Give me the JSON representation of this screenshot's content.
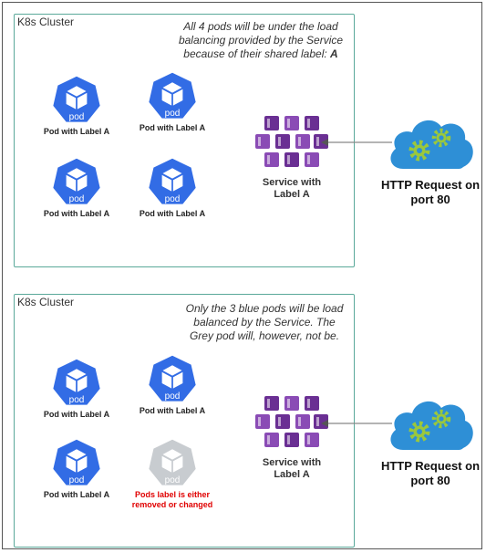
{
  "top": {
    "cluster_title": "K8s Cluster",
    "note_line1": "All 4 pods will be under the load",
    "note_line2": "balancing provided by the Service",
    "note_line3": "because of their shared label:",
    "note_label": "A",
    "pods": [
      {
        "icon_text": "pod",
        "label": "Pod with Label A"
      },
      {
        "icon_text": "pod",
        "label": "Pod with Label A"
      },
      {
        "icon_text": "pod",
        "label": "Pod with Label A"
      },
      {
        "icon_text": "pod",
        "label": "Pod with Label A"
      }
    ],
    "service_line1": "Service with",
    "service_line2": "Label A",
    "http_line1": "HTTP Request on",
    "http_line2": "port 80"
  },
  "bottom": {
    "cluster_title": "K8s Cluster",
    "note_line1": "Only the 3 blue pods will be load",
    "note_line2": "balanced by the Service. The",
    "note_line3": "Grey pod will, however, not be.",
    "pods": [
      {
        "icon_text": "pod",
        "label": "Pod with Label A"
      },
      {
        "icon_text": "pod",
        "label": "Pod with Label A"
      },
      {
        "icon_text": "pod",
        "label": "Pod with Label A"
      },
      {
        "icon_text": "pod",
        "label_line1": "Pods label is either",
        "label_line2": "removed or changed"
      }
    ],
    "service_line1": "Service with",
    "service_line2": "Label A",
    "http_line1": "HTTP Request on",
    "http_line2": "port 80"
  },
  "colors": {
    "pod_blue": "#326ce5",
    "pod_grey": "#c8ccd0",
    "service_purple": "#7b3fa0",
    "cloud_blue": "#2e8fd6",
    "gear_green": "#9bc83c",
    "cluster_border": "#5aa99a",
    "warning_red": "#e00000"
  }
}
